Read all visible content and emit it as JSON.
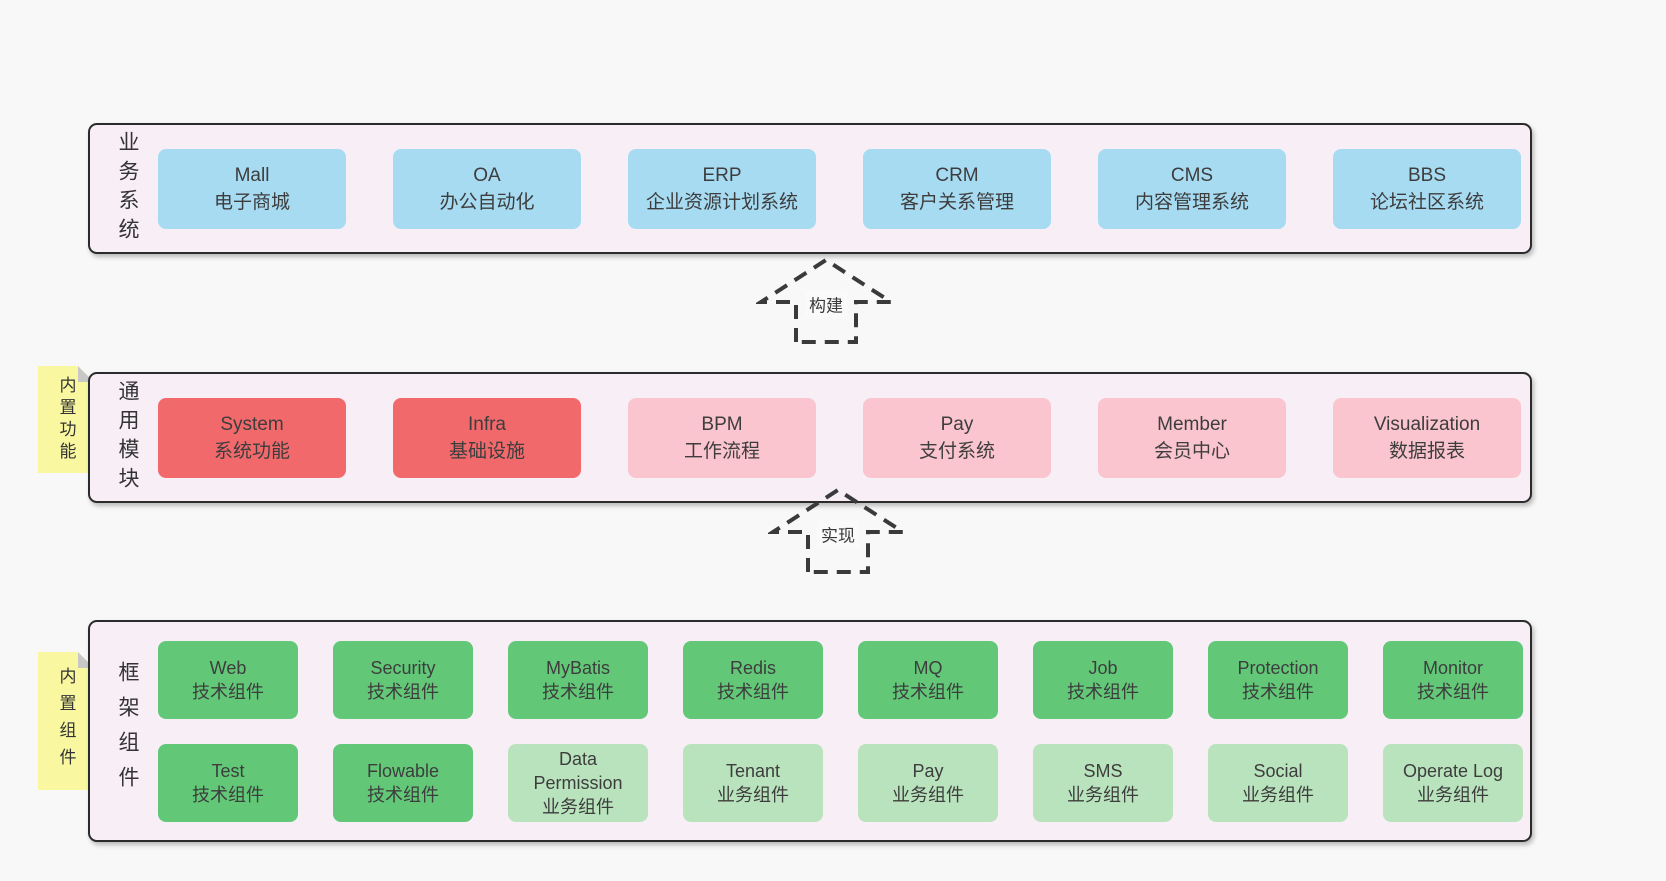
{
  "colors": {
    "page_bg": "#f8f8f8",
    "container_bg": "#f8eef6",
    "container_border": "#2b2b2b",
    "blue_box": "#a7dbf2",
    "red_box": "#f2696c",
    "pink_box": "#fac5cf",
    "green_box": "#62c878",
    "green_light_box": "#b9e3bd",
    "sticky_yellow": "#f9f8a0",
    "sticky_fold_gray": "#c8c8c8",
    "text": "#3a3a3a"
  },
  "top_band": {
    "label": "业务系统",
    "boxes": [
      {
        "title": "Mall",
        "subtitle": "电子商城"
      },
      {
        "title": "OA",
        "subtitle": "办公自动化"
      },
      {
        "title": "ERP",
        "subtitle": "企业资源计划系统"
      },
      {
        "title": "CRM",
        "subtitle": "客户关系管理"
      },
      {
        "title": "CMS",
        "subtitle": "内容管理系统"
      },
      {
        "title": "BBS",
        "subtitle": "论坛社区系统"
      }
    ]
  },
  "build_arrow": {
    "label": "构建"
  },
  "middle_band": {
    "label": "通用模块",
    "sticky": "内置功能",
    "boxes": [
      {
        "title": "System",
        "subtitle": "系统功能"
      },
      {
        "title": "Infra",
        "subtitle": "基础设施"
      },
      {
        "title": "BPM",
        "subtitle": "工作流程"
      },
      {
        "title": "Pay",
        "subtitle": "支付系统"
      },
      {
        "title": "Member",
        "subtitle": "会员中心"
      },
      {
        "title": "Visualization",
        "subtitle": "数据报表"
      }
    ]
  },
  "implement_arrow": {
    "label": "实现"
  },
  "bottom_band": {
    "label": "框架组件",
    "sticky": "内置组件",
    "row1": [
      {
        "title": "Web",
        "subtitle": "技术组件"
      },
      {
        "title": "Security",
        "subtitle": "技术组件"
      },
      {
        "title": "MyBatis",
        "subtitle": "技术组件"
      },
      {
        "title": "Redis",
        "subtitle": "技术组件"
      },
      {
        "title": "MQ",
        "subtitle": "技术组件"
      },
      {
        "title": "Job",
        "subtitle": "技术组件"
      },
      {
        "title": "Protection",
        "subtitle": "技术组件"
      },
      {
        "title": "Monitor",
        "subtitle": "技术组件"
      }
    ],
    "row2": [
      {
        "title": "Test",
        "subtitle": "技术组件"
      },
      {
        "title": "Flowable",
        "subtitle": "技术组件"
      },
      {
        "title": "Data Permission",
        "subtitle": "业务组件"
      },
      {
        "title": "Tenant",
        "subtitle": "业务组件"
      },
      {
        "title": "Pay",
        "subtitle": "业务组件"
      },
      {
        "title": "SMS",
        "subtitle": "业务组件"
      },
      {
        "title": "Social",
        "subtitle": "业务组件"
      },
      {
        "title": "Operate Log",
        "subtitle": "业务组件"
      }
    ]
  }
}
